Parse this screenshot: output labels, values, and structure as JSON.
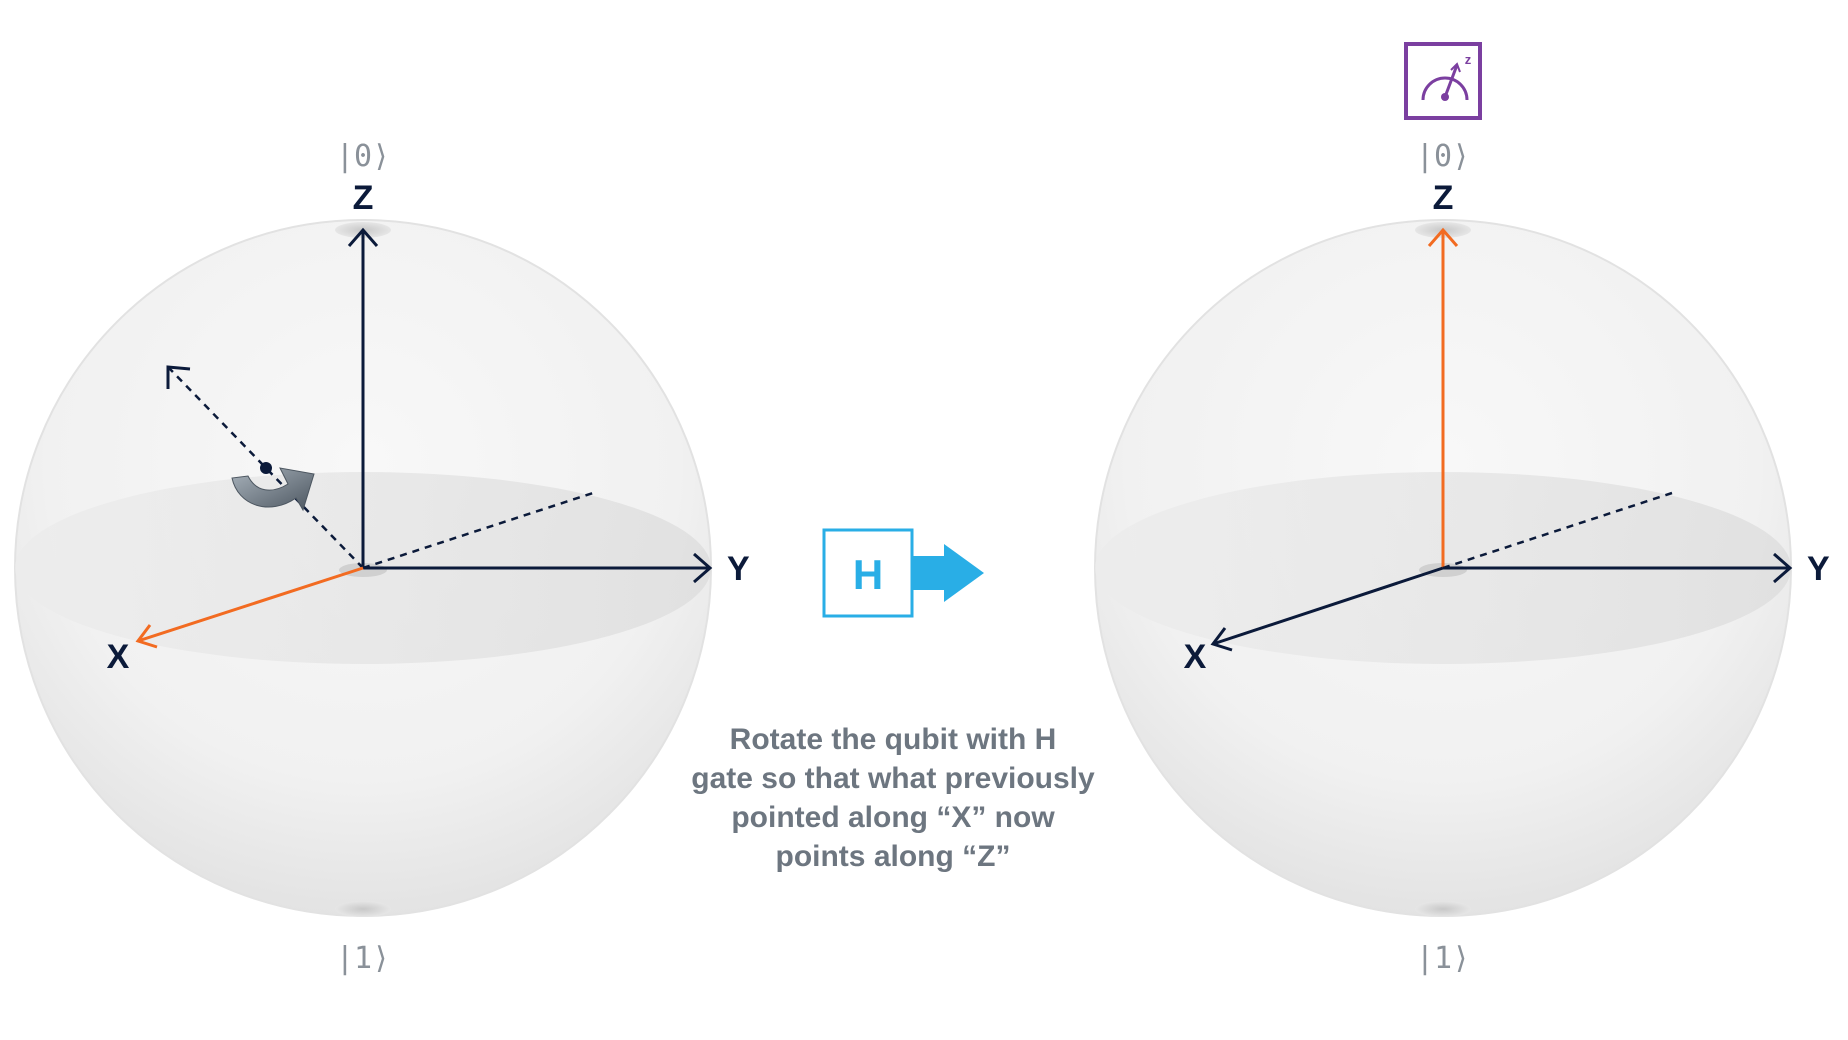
{
  "left_sphere": {
    "ket_top": "|0⟩",
    "ket_bottom": "|1⟩",
    "axis_z": "Z",
    "axis_y": "Y",
    "axis_x": "X",
    "x_axis_color": "#f26b21",
    "z_axis_color": "#0b1a3a"
  },
  "right_sphere": {
    "ket_top": "|0⟩",
    "ket_bottom": "|1⟩",
    "axis_z": "Z",
    "axis_y": "Y",
    "axis_x": "X",
    "x_axis_color": "#0b1a3a",
    "z_axis_color": "#f26b21"
  },
  "gate": {
    "label": "H",
    "color": "#29aee6"
  },
  "meter": {
    "label": "z",
    "icon": "measurement-meter-icon",
    "color": "#7b3fa0"
  },
  "caption": {
    "line1": "Rotate the qubit with H",
    "line2": "gate so that what previously",
    "line3": "pointed along “X” now",
    "line4": "points along “Z”"
  }
}
